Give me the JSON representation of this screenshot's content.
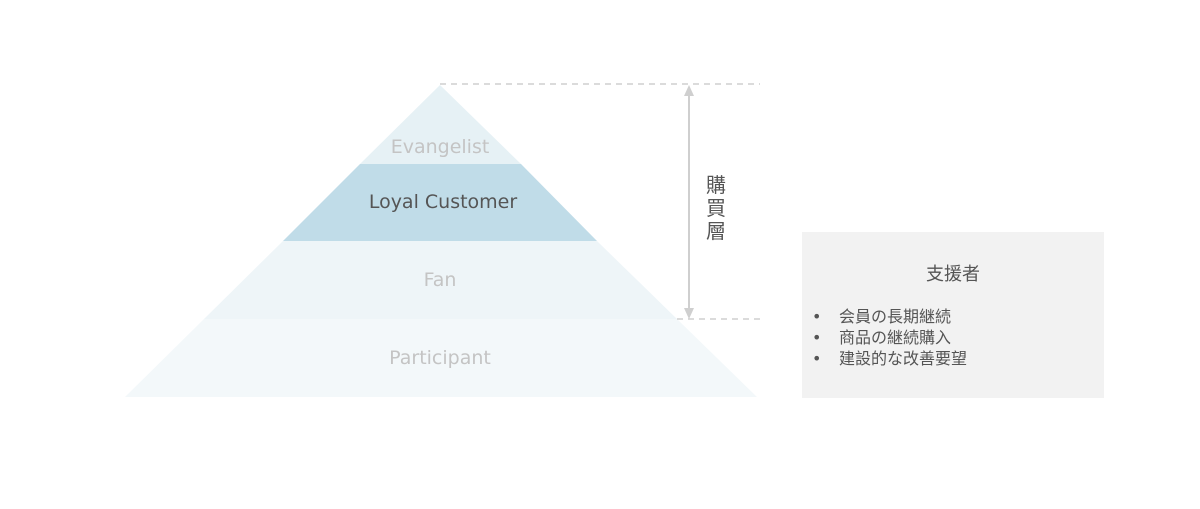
{
  "pyramid": {
    "tiers": [
      {
        "label": "Evangelist",
        "fill": "#e6f1f5",
        "text_color": "#c4c4c4"
      },
      {
        "label": "Loyal Customer",
        "fill": "#c0dce8",
        "text_color": "#555555"
      },
      {
        "label": "Fan",
        "fill": "#eef5f8",
        "text_color": "#c4c4c4"
      },
      {
        "label": "Participant",
        "fill": "#f3f8fa",
        "text_color": "#c4c4c4"
      }
    ]
  },
  "bracket": {
    "label": "購買層",
    "color": "#cfcfcf"
  },
  "panel": {
    "title": "支援者",
    "items": [
      {
        "bullet": "•",
        "text": "会員の長期継続"
      },
      {
        "bullet": "•",
        "text": "商品の継続購入"
      },
      {
        "bullet": "•",
        "text": "建設的な改善要望"
      }
    ]
  }
}
